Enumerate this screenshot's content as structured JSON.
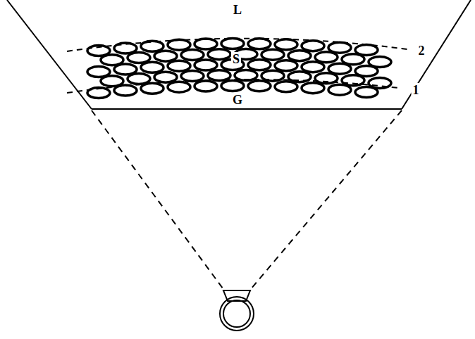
{
  "diagram": {
    "labels": [
      "L",
      "S",
      "G",
      "1",
      "2"
    ]
  }
}
